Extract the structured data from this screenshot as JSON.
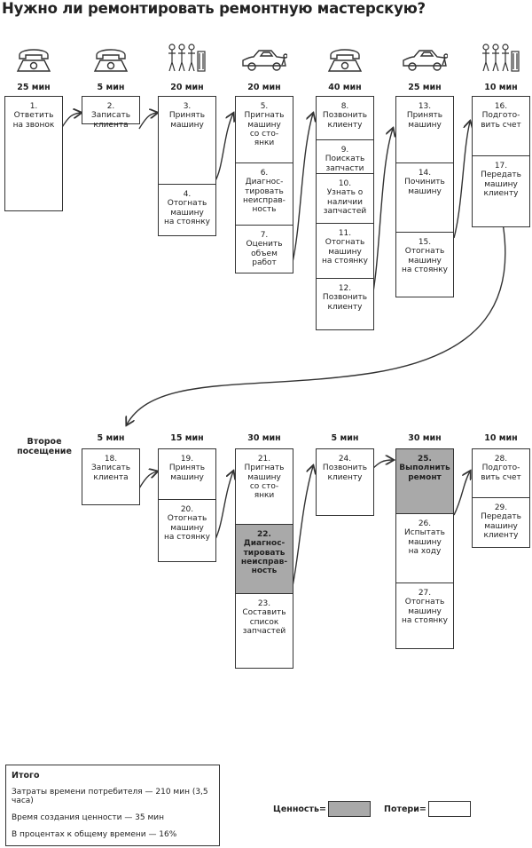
{
  "title": "Нужно ли ремонтировать ремонтную мастерскую?",
  "second_visit_label": "Второе\nпосещение",
  "colors": {
    "value": "#a9a9a9",
    "waste": "#ffffff",
    "line": "#333333"
  },
  "row1": [
    {
      "time": "25 мин",
      "icon": "telephone-icon",
      "cells": [
        "1.\nОтветить\nна звонок"
      ]
    },
    {
      "time": "5 мин",
      "icon": "telephone-icon",
      "cells": [
        "2.\nЗаписать\nклиента"
      ]
    },
    {
      "time": "20 мин",
      "icon": "mechanics-icon",
      "cells": [
        "3.\nПринять\nмашину",
        "4.\nОтогнать\nмашину\nна стоянку"
      ]
    },
    {
      "time": "20 мин",
      "icon": "car-repair-icon",
      "cells": [
        "5.\nПригнать\nмашину\nсо сто-\nянки",
        "6.\nДиагнос-\nтировать\nнеисправ-\nность",
        "7.\nОценить\nобъем\nработ"
      ]
    },
    {
      "time": "40 мин",
      "icon": "telephone-icon",
      "cells": [
        "8.\nПозвонить\nклиенту",
        "9.\nПоискать\nзапчасти",
        "10.\nУзнать о\nналичии\nзапчастей",
        "11.\nОтогнать\nмашину\nна стоянку",
        "12.\nПозвонить\nклиенту"
      ]
    },
    {
      "time": "25 мин",
      "icon": "car-repair-icon",
      "cells": [
        "13.\nПринять\nмашину",
        "14.\nПочинить\nмашину",
        "15.\nОтогнать\nмашину\nна стоянку"
      ]
    },
    {
      "time": "10 мин",
      "icon": "mechanics-icon",
      "cells": [
        "16.\nПодгото-\nвить счет",
        "17.\nПередать\nмашину\nклиенту"
      ]
    }
  ],
  "row2": [
    {
      "time": "5 мин",
      "cells": [
        "18.\nЗаписать\nклиента"
      ]
    },
    {
      "time": "15 мин",
      "cells": [
        "19.\nПринять\nмашину",
        "20.\nОтогнать\nмашину\nна стоянку"
      ]
    },
    {
      "time": "30 мин",
      "cells": [
        "21.\nПригнать\nмашину\nсо сто-\nянки",
        "22.\nДиагнос-\nтировать\nнеисправ-\nность",
        "23.\nСоставить\nсписок\nзапчастей"
      ]
    },
    {
      "time": "5 мин",
      "cells": [
        "24.\nПозвонить\nклиенту"
      ]
    },
    {
      "time": "30 мин",
      "cells": [
        "25.\nВыполнить\nремонт",
        "26.\nИспытать\nмашину\nна ходу",
        "27.\nОтогнать\nмашину\nна стоянку"
      ]
    },
    {
      "time": "10 мин",
      "cells": [
        "28.\nПодгото-\nвить счет",
        "29.\nПередать\nмашину\nклиенту"
      ]
    }
  ],
  "value_steps": [
    "22",
    "25"
  ],
  "summary": {
    "title": "Итого",
    "lines": [
      "Затраты времени потребителя — 210 мин (3,5 часа)",
      "Время создания ценности — 35 мин",
      "В процентах к общему времени — 16%"
    ]
  },
  "legend": {
    "value_label": "Ценность=",
    "waste_label": "Потери="
  }
}
